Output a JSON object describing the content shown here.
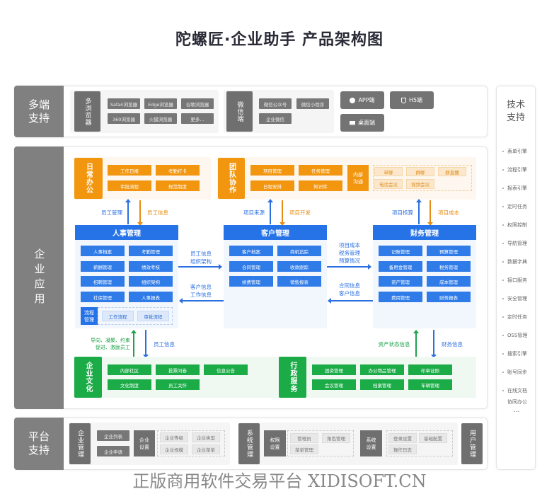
{
  "title": "陀螺匠·企业助手 产品架构图",
  "multi_end": {
    "label": "多端支持",
    "browsers": {
      "label": "多浏览器",
      "items": [
        "Safari浏览器",
        "Edge浏览器",
        "谷歌浏览器",
        "360浏览器",
        "火狐浏览器",
        "更多..."
      ]
    },
    "wechat": {
      "label": "微信端",
      "items": [
        "微信公众号",
        "微信小程序",
        "企业微信"
      ]
    },
    "apps": [
      {
        "label": "APP端",
        "icon": "app-icon"
      },
      {
        "label": "H5端",
        "icon": "html5-icon"
      },
      {
        "label": "桌面端",
        "icon": "desktop-icon"
      }
    ]
  },
  "tech_support": {
    "label": "技术支持",
    "items": [
      "表单引擎",
      "流程引擎",
      "报表引擎",
      "定时任务",
      "权限控制",
      "导航管理",
      "数据字典",
      "接口服务",
      "安全管理",
      "定时任务",
      "OSS管理",
      "搜索引擎",
      "账号同步",
      "在线文档",
      "协同办公"
    ],
    "more": "..."
  },
  "enterprise_app": {
    "label": "企业应用",
    "daily_office": {
      "label": "日常办公",
      "items": [
        "工作日报",
        "考勤打卡",
        "审批流程",
        "规范制度"
      ]
    },
    "team_collab": {
      "label": "团队协作",
      "items": [
        "项目管理",
        "任务管理",
        "日程安排",
        "知识库"
      ]
    },
    "internal_comm": {
      "label": "内部沟通",
      "items": [
        "单聊",
        "群聊",
        "群直播",
        "电话会议",
        "视频会议"
      ]
    },
    "hr": {
      "label": "人事管理",
      "items": [
        "人事档案",
        "考勤管理",
        "薪酬管理",
        "绩效考核",
        "招聘管理",
        "组织架构",
        "社保管理",
        "人事报表"
      ],
      "process": {
        "label": "流程管理",
        "items": [
          "工作流程",
          "审批流程"
        ]
      }
    },
    "crm": {
      "label": "客户管理",
      "items": [
        "客户档案",
        "商机追踪",
        "合同管理",
        "收款跟踪",
        "续费管理",
        "销售报表"
      ]
    },
    "finance": {
      "label": "财务管理",
      "items": [
        "记账管理",
        "预算管理",
        "备用金管理",
        "税务管理",
        "资产管理",
        "成本管理",
        "费用管理",
        "财务报表"
      ]
    },
    "culture": {
      "label": "企业文化",
      "items": [
        "内部社区",
        "投票问卷",
        "信息公告",
        "文化制度",
        "员工关怀"
      ]
    },
    "admin": {
      "label": "行政服务",
      "items": [
        "固资管理",
        "办公物品管理",
        "印章证照",
        "会议管理",
        "档案管理",
        "车辆管理"
      ]
    },
    "flows": {
      "daily_up": "员工管理",
      "daily_down": "员工信息",
      "team_up": "项目来源",
      "team_down": "项目开发",
      "comm_up": "项目核算",
      "comm_down": "项目成本",
      "hr_to_crm": [
        "员工信息",
        "组织架构"
      ],
      "crm_to_hr": [
        "客户信息",
        "工作信息"
      ],
      "crm_to_fin": [
        "项目成本",
        "税务管理",
        "预算情况"
      ],
      "fin_to_crm": [
        "合同信息",
        "客户信息"
      ],
      "culture_up": [
        "导向、凝聚、约束",
        "促进、激励员工"
      ],
      "culture_down": "员工信息",
      "admin_up": "资产状态信息",
      "admin_down": "财务信息"
    }
  },
  "platform": {
    "label": "平台支持",
    "enterprise_mgmt": {
      "label": "企业管理",
      "items": [
        "企业列表",
        "企业申请"
      ],
      "settings": {
        "label": "企业设置",
        "items": [
          "企业等级",
          "企业类型",
          "企业规模",
          "企业菜单"
        ]
      }
    },
    "system_mgmt": {
      "label": "系统管理",
      "permission": {
        "label": "权限设置",
        "items": [
          "管理员",
          "角色管理",
          "菜单管理"
        ]
      },
      "system": {
        "label": "系统设置",
        "items": [
          "登录设置",
          "基础配置",
          "操作日志"
        ]
      }
    },
    "user_mgmt": {
      "label": "用户管理"
    }
  },
  "watermark": "正版商用软件交易平台 XIDISOFT.CN",
  "colors": {
    "orange": "#f2950f",
    "blue": "#2673e8",
    "green": "#1bab47",
    "gray": "#808080"
  }
}
